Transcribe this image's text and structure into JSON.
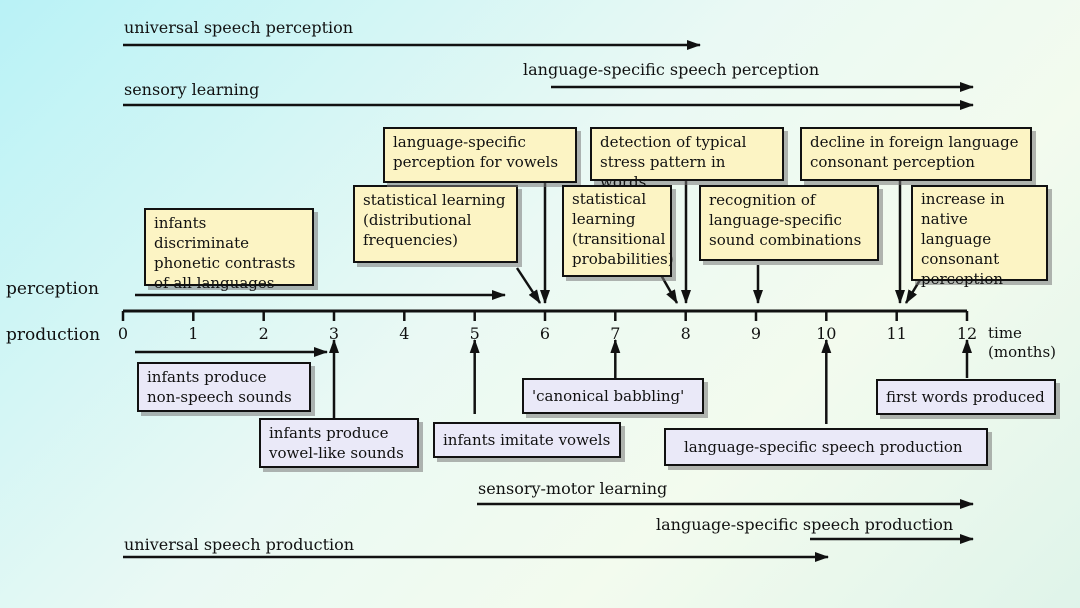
{
  "labels": {
    "universal_perception": "universal speech perception",
    "lang_specific_perception": "language-specific speech perception",
    "sensory_learning": "sensory learning",
    "perception": "perception",
    "production": "production",
    "sensory_motor_learning": "sensory-motor learning",
    "lang_specific_production_bottom": "language-specific speech production",
    "universal_production": "universal speech production",
    "time_unit": "time\n(months)"
  },
  "ticks": [
    "0",
    "1",
    "2",
    "3",
    "4",
    "5",
    "6",
    "7",
    "8",
    "9",
    "10",
    "11",
    "12"
  ],
  "perception_boxes": {
    "discriminate": "infants discriminate\nphonetic contrasts\nof all languages",
    "statistical_distributional": "statistical learning\n(distributional\nfrequencies)",
    "vowels": "language-specific\nperception for vowels",
    "statistical_transitional": "statistical\nlearning\n(transitional\nprobabilities)",
    "stress": "detection of typical\nstress pattern in words",
    "recognition": "recognition of\nlanguage-specific\nsound combinations",
    "decline": "decline in foreign language\nconsonant perception",
    "increase": "increase in\nnative language\nconsonant\nperception"
  },
  "production_boxes": {
    "non_speech": "infants produce\nnon-speech sounds",
    "vowel_like": "infants produce\nvowel-like sounds",
    "imitate": "infants imitate vowels",
    "canonical": "'canonical babbling'",
    "lang_specific_production": "language-specific speech production",
    "first_words": "first words produced"
  },
  "colors": {
    "perception_box": "#fcf4c4",
    "production_box": "#eae9f8",
    "line": "#111111"
  }
}
